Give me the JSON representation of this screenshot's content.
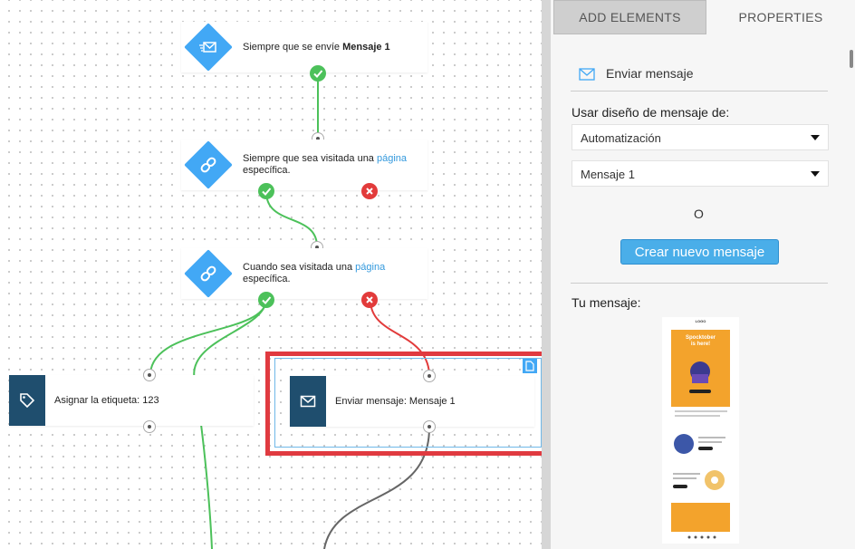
{
  "canvas": {
    "nodes": [
      {
        "text_a": "Siempre que se envíe ",
        "text_bold": "Mensaje 1",
        "icon": "send-mail-icon"
      },
      {
        "text_a": "Siempre que sea visitada una ",
        "text_link": "página",
        "text_b": "específica.",
        "icon": "link-icon"
      },
      {
        "text_a": "Cuando sea visitada una ",
        "text_link": "página",
        "text_b": "específica.",
        "icon": "link-icon"
      },
      {
        "text": "Asignar la etiqueta: 123",
        "icon": "tag-icon"
      },
      {
        "text": "Enviar mensaje: Mensaje 1",
        "icon": "envelope-icon"
      }
    ],
    "colors": {
      "trigger": "#42a8f5",
      "action": "#1f4e6e",
      "yes": "#4cc15a",
      "no": "#e23b3b",
      "highlight": "#e03a40"
    }
  },
  "panel": {
    "tabs": {
      "add": "ADD ELEMENTS",
      "properties": "PROPERTIES"
    },
    "title": "Enviar mensaje",
    "use_design_label": "Usar diseño de mensaje de:",
    "select_1": "Automatización",
    "select_2": "Mensaje 1",
    "or": "O",
    "create_button": "Crear nuevo mensaje",
    "your_message": "Tu mensaje:",
    "preview": {
      "logo": "LOGO",
      "headline_1": "Spocktober",
      "headline_2": "is here!"
    }
  }
}
